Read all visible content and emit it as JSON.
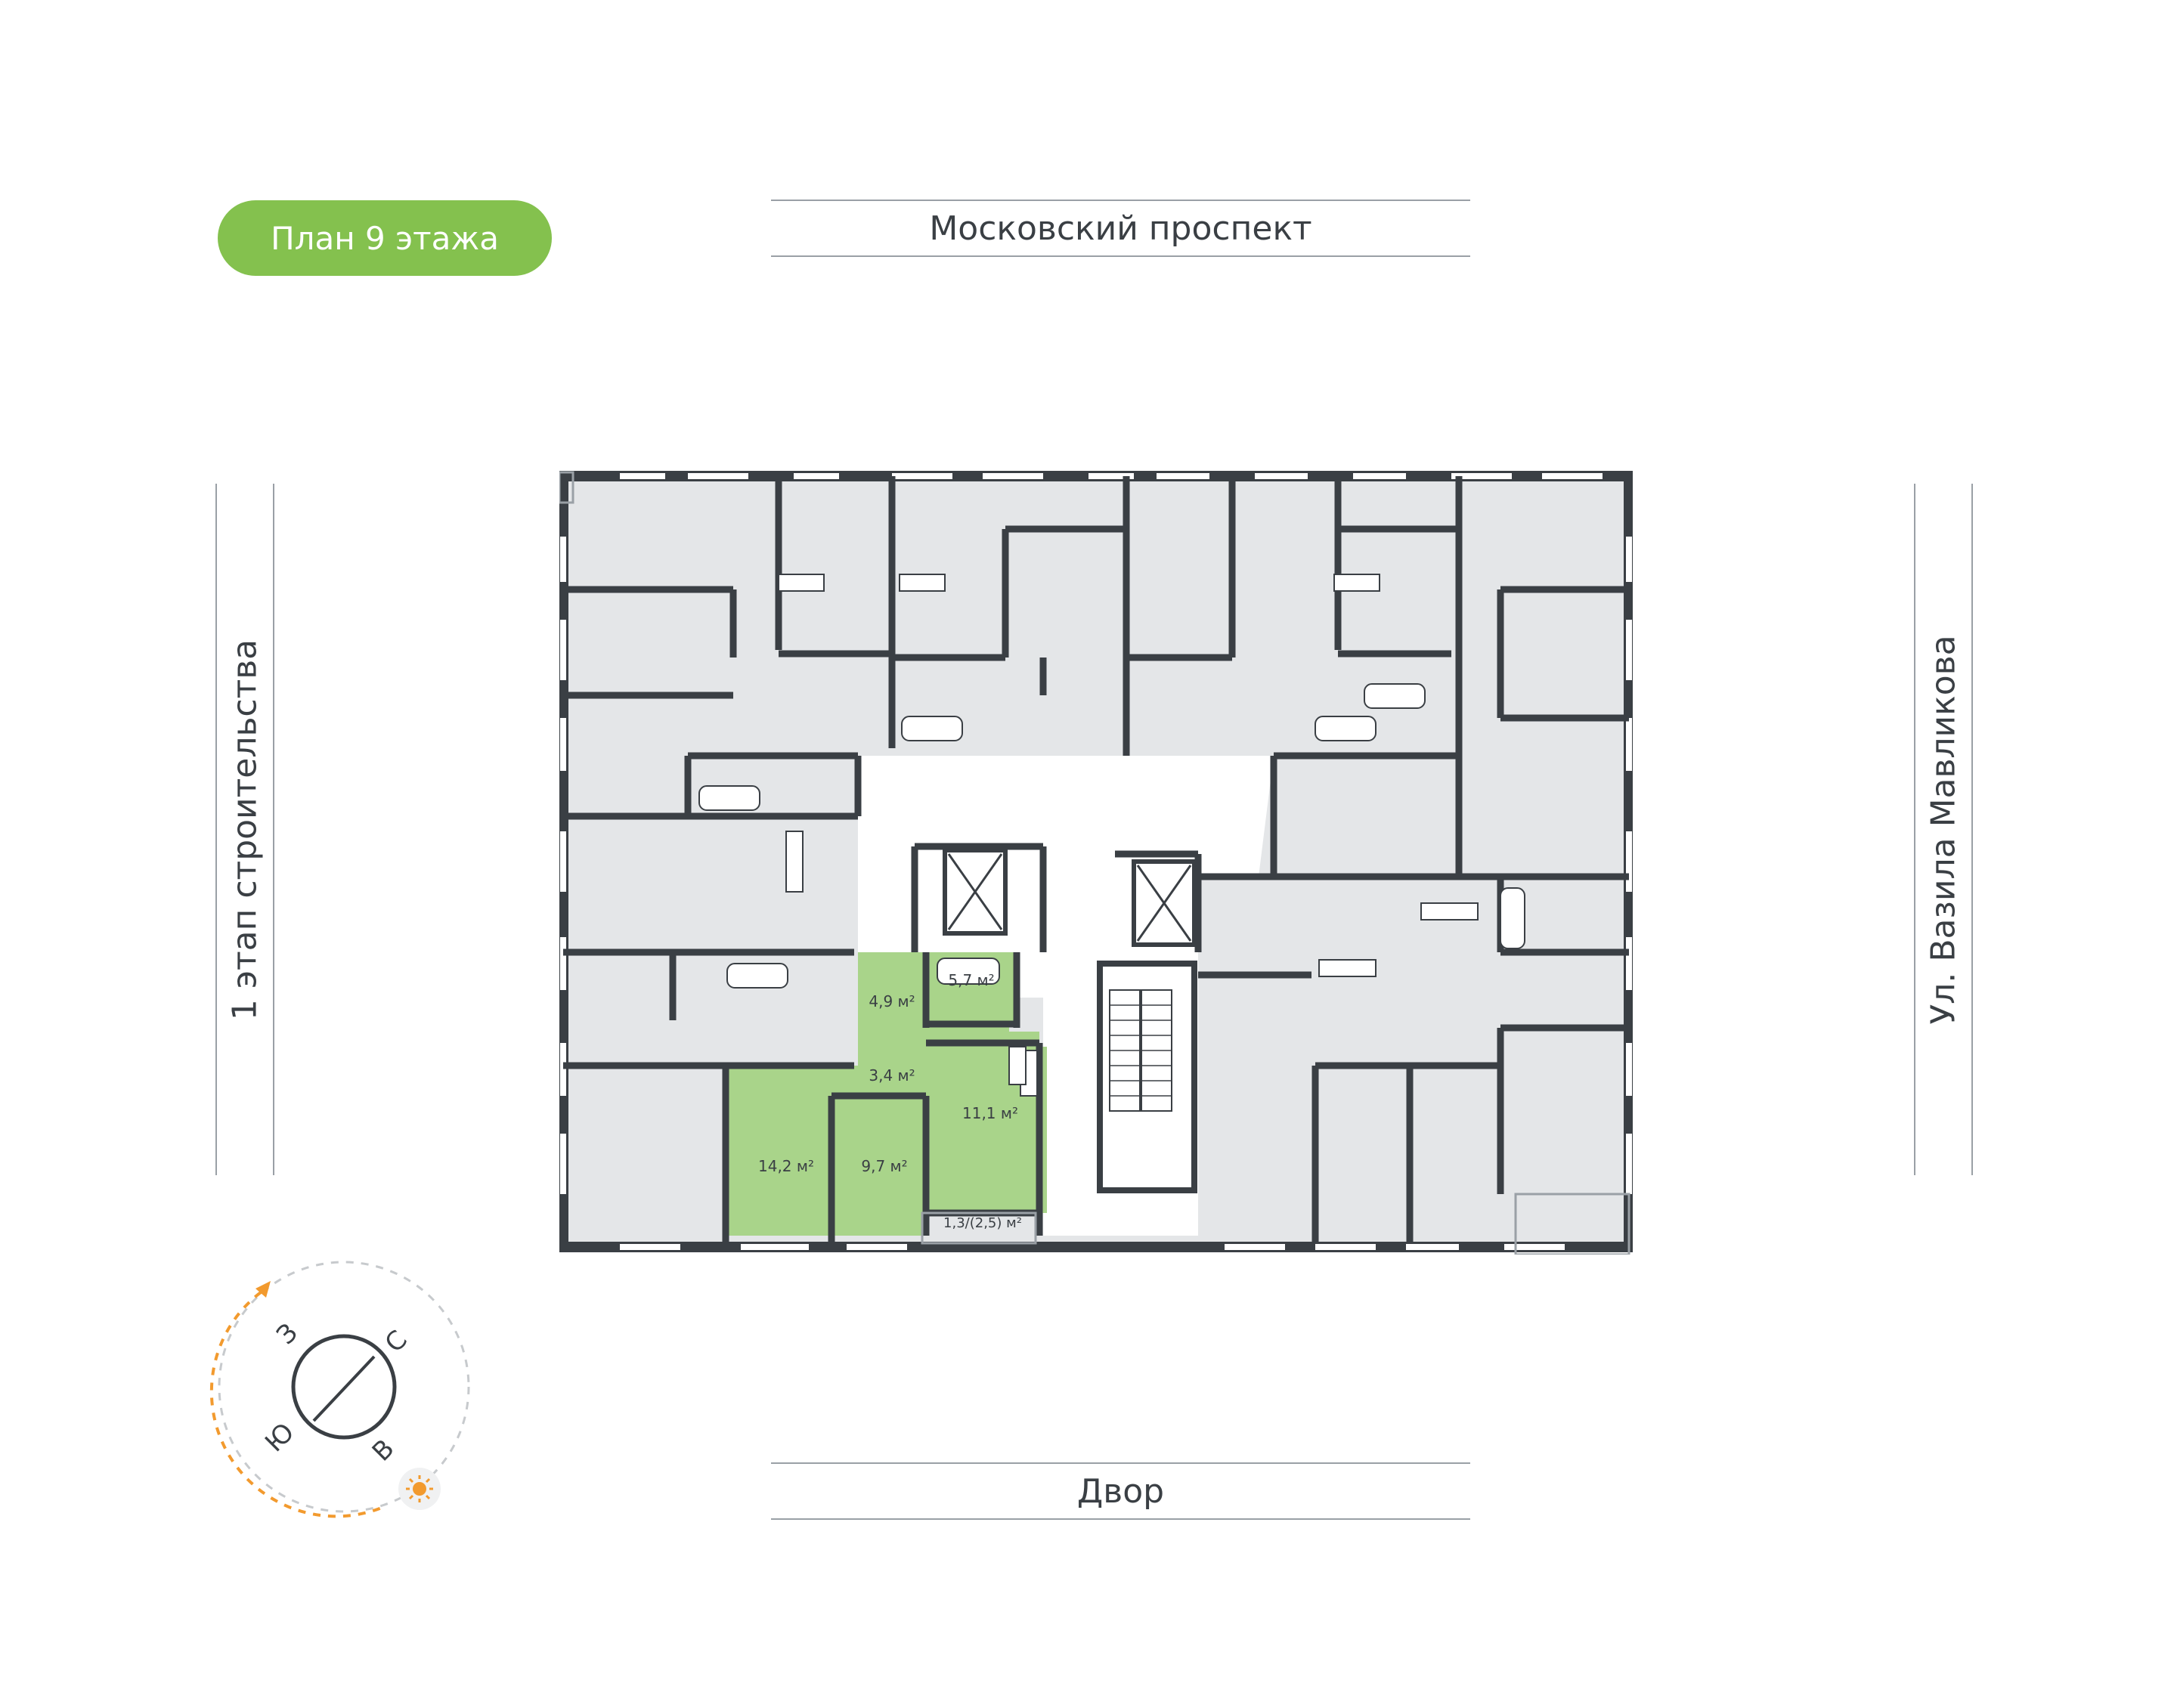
{
  "badge": {
    "label": "План 9 этажа",
    "color": "#84c14e"
  },
  "streets": {
    "top": "Московский проспект",
    "bottom": "Двор",
    "left": "1 этап строительства",
    "right": "Ул. Вазила Мавликова"
  },
  "compass": {
    "labels": [
      "З",
      "С",
      "Ю",
      "В"
    ],
    "accent": "#f29a2e"
  },
  "apartment": {
    "color": "#a9d48a",
    "rooms": [
      {
        "name": "room-corridor",
        "area": "4,9 м²"
      },
      {
        "name": "room-bathroom",
        "area": "5,7 м²"
      },
      {
        "name": "room-hall",
        "area": "3,4 м²"
      },
      {
        "name": "room-kitchen",
        "area": "11,1 м²"
      },
      {
        "name": "room-living",
        "area": "14,2 м²"
      },
      {
        "name": "room-bedroom",
        "area": "9,7 м²"
      },
      {
        "name": "room-balcony",
        "area": "1,3/(2,5) м²"
      }
    ]
  },
  "colors": {
    "wall": "#3a3f44",
    "floor": "#e4e6e8",
    "street_line": "#9aa0a6"
  }
}
